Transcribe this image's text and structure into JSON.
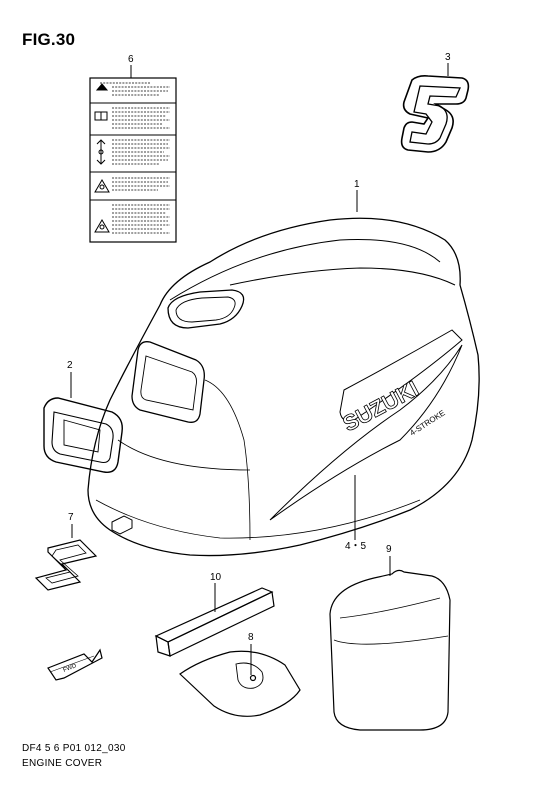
{
  "figure": {
    "title": "FIG.30"
  },
  "callouts": {
    "p1": "1",
    "p2": "2",
    "p3": "3",
    "p45": "4・5",
    "p6": "6",
    "p7": "7",
    "p8": "8",
    "p9": "9",
    "p10": "10"
  },
  "artwork": {
    "brand": "SUZUKI",
    "model_text": "4-STROKE",
    "number_badge": "5",
    "fwd": "FWD"
  },
  "footer": {
    "code": "DF4 5 6 P01 012_030",
    "caption": "ENGINE COVER"
  }
}
